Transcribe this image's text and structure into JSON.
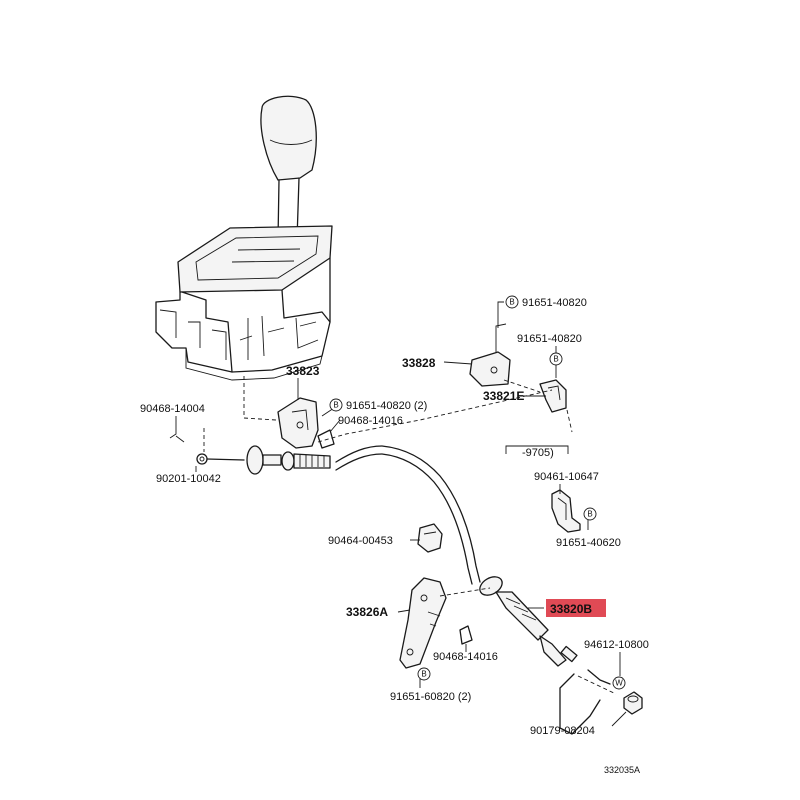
{
  "labels": {
    "p91651_40820_top": "91651-40820",
    "p91651_40820_mid": "91651-40820",
    "p33828": "33828",
    "p33821e": "33821E",
    "p9705": "-9705)",
    "p33823": "33823",
    "p91651_40820_2": "91651-40820 (2)",
    "p90468_14016_a": "90468-14016",
    "p90468_14004": "90468-14004",
    "p90201_10042": "90201-10042",
    "p90461_10647": "90461-10647",
    "p91651_40620": "91651-40620",
    "p90464_00453": "90464-00453",
    "p33826a": "33826A",
    "p33820b": "33820B",
    "p94612_10800": "94612-10800",
    "p90468_14016_b": "90468-14016",
    "p91651_60820_2": "91651-60820 (2)",
    "p90179_08204": "90179-08204",
    "ref_code": "332035A"
  },
  "badges": {
    "bolt": "B",
    "washer": "W"
  },
  "colors": {
    "highlight": "#e04a55",
    "line": "#1a1a1a"
  }
}
